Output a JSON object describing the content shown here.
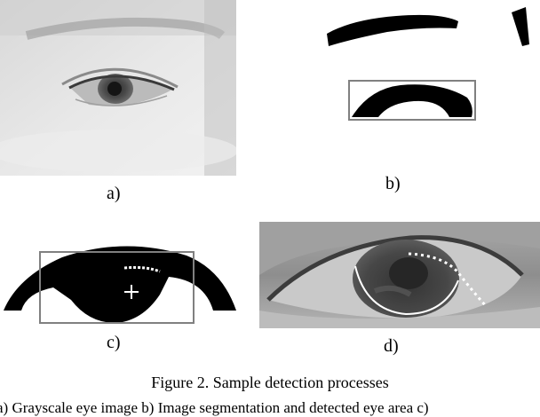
{
  "panels": {
    "a": {
      "label": "a)"
    },
    "b": {
      "label": "b)"
    },
    "c": {
      "label": "c)"
    },
    "d": {
      "label": "d)"
    }
  },
  "figure": {
    "caption": "Figure 2. Sample detection processes",
    "subcaption": "a) Grayscale eye image  b) Image segmentation and detected eye area  c)"
  }
}
